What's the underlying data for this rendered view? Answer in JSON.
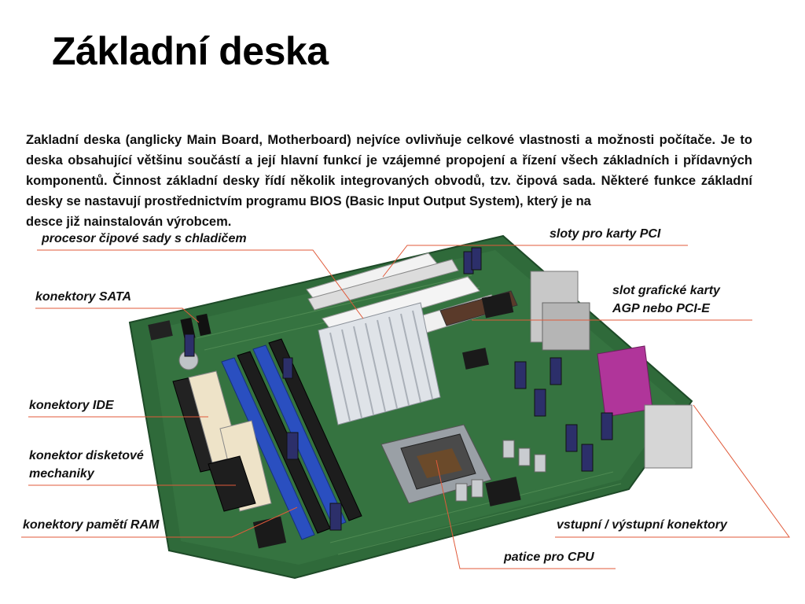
{
  "title": "Základní deska",
  "intro": {
    "text": "Zakladní deska (anglicky Main Board, Motherboard) nejvíce ovlivňuje celkové vlastnosti a možnosti počítače. Je to deska obsahující většinu součástí a její hlavní funkcí je vzájemné propojení a řízení všech základních i přídavných komponentů. Činnost základní desky řídí několik  integrovaných obvodů, tzv. čipová sada. Některé funkce základní desky se nastavují prostřednictvím programu BIOS (Basic Input Output System), který je na",
    "last_line": "desce již nainstalován výrobcem."
  },
  "labels": {
    "chipset_cooler": "procesor čipové sady s chladičem",
    "sata": "konektory SATA",
    "ide": "konektory IDE",
    "floppy_line1": "konektor disketové",
    "floppy_line2": "mechaniky",
    "ram": "konektory pamětí RAM",
    "pci": "sloty pro karty PCI",
    "agp_line1": "slot grafické karty",
    "agp_line2": "AGP nebo PCI-E",
    "io": "vstupní / výstupní konektory",
    "cpu_socket": "patice pro CPU"
  },
  "colors": {
    "leader_line": "#e05a3a",
    "pcb": "#2f6a3a",
    "ram_slot": "#2a4fc0",
    "parallel_port": "#b0359a"
  }
}
